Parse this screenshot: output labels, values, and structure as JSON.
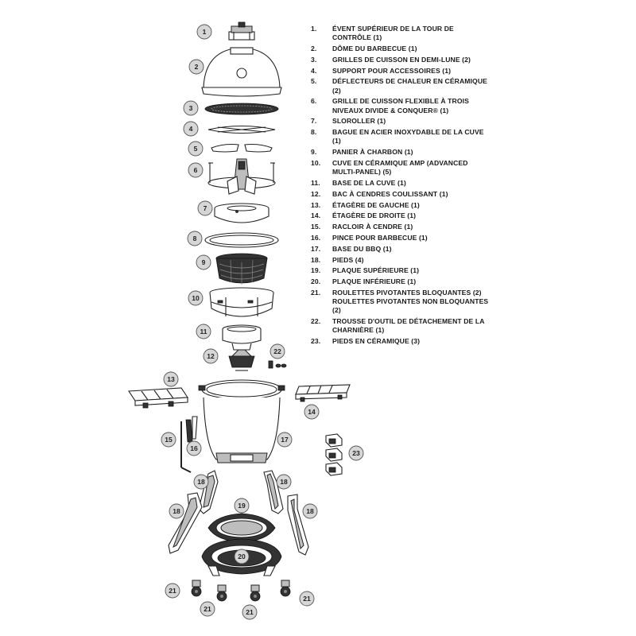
{
  "parts": [
    {
      "num": "1.",
      "lines": [
        "ÉVENT SUPÉRIEUR DE LA TOUR DE",
        "CONTRÔLE (1)"
      ]
    },
    {
      "num": "2.",
      "lines": [
        "DÔME DU BARBECUE (1)"
      ]
    },
    {
      "num": "3.",
      "lines": [
        "GRILLES DE CUISSON EN DEMI-LUNE (2)"
      ]
    },
    {
      "num": "4.",
      "lines": [
        "SUPPORT POUR ACCESSOIRES (1)"
      ]
    },
    {
      "num": "5.",
      "lines": [
        "DÉFLECTEURS DE CHALEUR EN CÉRAMIQUE",
        "(2)"
      ]
    },
    {
      "num": "6.",
      "lines": [
        "GRILLE DE CUISSON FLEXIBLE À TROIS",
        "NIVEAUX DIVIDE & CONQUER® (1)"
      ]
    },
    {
      "num": "7.",
      "lines": [
        "SLOROLLER (1)"
      ]
    },
    {
      "num": "8.",
      "lines": [
        "BAGUE EN ACIER INOXYDABLE DE LA CUVE",
        "(1)"
      ]
    },
    {
      "num": "9.",
      "lines": [
        "PANIER À CHARBON (1)"
      ]
    },
    {
      "num": "10.",
      "lines": [
        "CUVE EN CÉRAMIQUE AMP (ADVANCED",
        "MULTI-PANEL) (5)"
      ]
    },
    {
      "num": "11.",
      "lines": [
        "BASE DE LA CUVE (1)"
      ]
    },
    {
      "num": "12.",
      "lines": [
        "BAC À CENDRES COULISSANT (1)"
      ]
    },
    {
      "num": "13.",
      "lines": [
        "ÉTAGÈRE DE GAUCHE (1)"
      ]
    },
    {
      "num": "14.",
      "lines": [
        "ÉTAGÈRE DE DROITE (1)"
      ]
    },
    {
      "num": "15.",
      "lines": [
        "RACLOIR À CENDRE (1)"
      ]
    },
    {
      "num": "16.",
      "lines": [
        "PINCE POUR BARBECUE (1)"
      ]
    },
    {
      "num": "17.",
      "lines": [
        "BASE DU BBQ (1)"
      ]
    },
    {
      "num": "18.",
      "lines": [
        "PIEDS (4)"
      ]
    },
    {
      "num": "19.",
      "lines": [
        "PLAQUE SUPÉRIEURE (1)"
      ]
    },
    {
      "num": "20.",
      "lines": [
        "PLAQUE INFÉRIEURE (1)"
      ]
    },
    {
      "num": "21.",
      "lines": [
        "ROULETTES PIVOTANTES BLOQUANTES (2)",
        "ROULETTES PIVOTANTES NON BLOQUANTES",
        "(2)"
      ]
    },
    {
      "num": "22.",
      "lines": [
        "TROUSSE D'OUTIL DE DÉTACHEMENT DE LA",
        "CHARNIÈRE (1)"
      ]
    },
    {
      "num": "23.",
      "lines": [
        "PIEDS EN CÉRAMIQUE (3)"
      ]
    }
  ],
  "callouts": [
    "1",
    "2",
    "3",
    "4",
    "5",
    "6",
    "7",
    "8",
    "9",
    "10",
    "11",
    "12",
    "13",
    "14",
    "15",
    "16",
    "17",
    "18",
    "18",
    "18",
    "18",
    "19",
    "20",
    "21",
    "21",
    "21",
    "21",
    "22",
    "23"
  ]
}
